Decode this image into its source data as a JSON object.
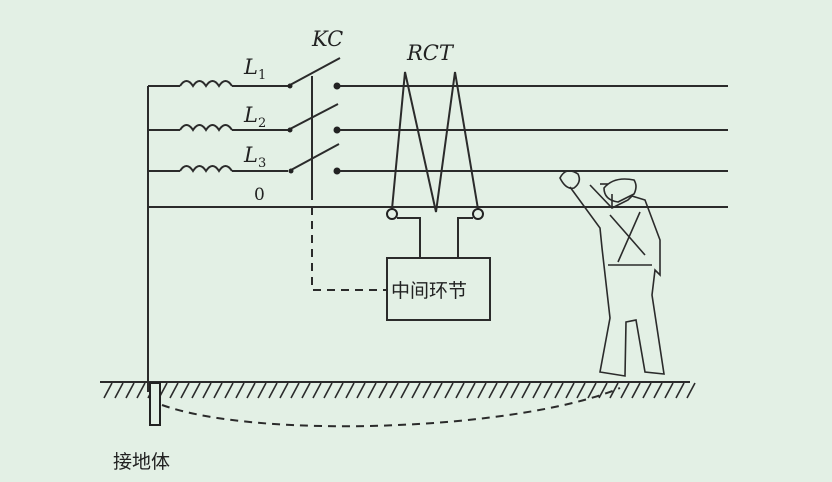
{
  "labels": {
    "switch": "KC",
    "rct": "RCT",
    "l1": "L",
    "l1_sub": "1",
    "l2": "L",
    "l2_sub": "2",
    "l3": "L",
    "l3_sub": "3",
    "neutral": "0",
    "box": "中间环节",
    "ground": "接地体"
  }
}
